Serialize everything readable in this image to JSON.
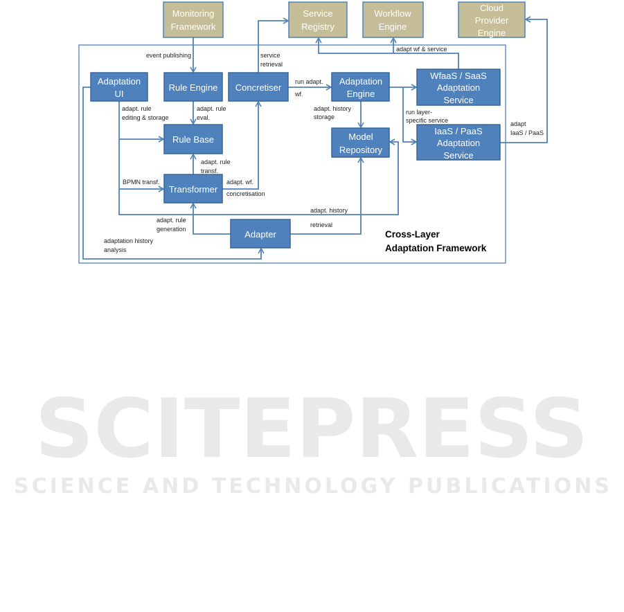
{
  "colors": {
    "component": "#4f81bd",
    "external": "#c4bd97",
    "connector": "#4f81bd"
  },
  "external": {
    "monitoring": [
      "Monitoring",
      "Framework"
    ],
    "service_registry": [
      "Service",
      "Registry"
    ],
    "workflow_engine": [
      "Workflow",
      "Engine"
    ],
    "cloud_provider": [
      "Cloud",
      "Provider",
      "Engine"
    ]
  },
  "components": {
    "adaptation_ui": [
      "Adaptation",
      "UI"
    ],
    "rule_engine": [
      "Rule Engine"
    ],
    "concretiser": [
      "Concretiser"
    ],
    "adaptation_engine": [
      "Adaptation",
      "Engine"
    ],
    "wfaas": [
      "WfaaS  / SaaS",
      "Adaptation",
      "Service"
    ],
    "rule_base": [
      "Rule Base"
    ],
    "model_repository": [
      "Model",
      "Repository"
    ],
    "iaas": [
      "IaaS  / PaaS",
      "Adaptation",
      "Service"
    ],
    "transformer": [
      "Transformer"
    ],
    "adapter": [
      "Adapter"
    ]
  },
  "labels": {
    "event_publishing": [
      "event publishing"
    ],
    "service_retrieval": [
      "service",
      "retrieval"
    ],
    "run_adapt_wf": [
      "run adapt.",
      "wf."
    ],
    "adapt_rule_eval": [
      "adapt. rule",
      "eval."
    ],
    "adapt_rule_editing": [
      "adapt. rule",
      "editing & storage"
    ],
    "adapt_rule_transf": [
      "adapt. rule",
      "transf."
    ],
    "bpmn_transf": [
      "BPMN transf."
    ],
    "adapt_wf_concretisation": [
      "adapt. wf.",
      "concretisation"
    ],
    "adapt_rule_generation": [
      "adapt. rule",
      "generation"
    ],
    "adapt_history_retrieval": [
      "adapt. history",
      "retrieval"
    ],
    "adaptation_history_analysis": [
      "adaptation history",
      "analysis"
    ],
    "adapt_history_storage": [
      "adapt. history",
      "storage"
    ],
    "run_layer_specific": [
      "run layer-",
      "specific service"
    ],
    "adapt_wf_service": [
      "adapt wf & service"
    ],
    "adapt_iaas_paas": [
      "adapt",
      "IaaS / PaaS"
    ]
  },
  "framework_title": [
    "Cross-Layer",
    "Adaptation Framework"
  ],
  "watermark": {
    "line1": "SCITEPRESS",
    "line2": "SCIENCE AND TECHNOLOGY PUBLICATIONS"
  }
}
